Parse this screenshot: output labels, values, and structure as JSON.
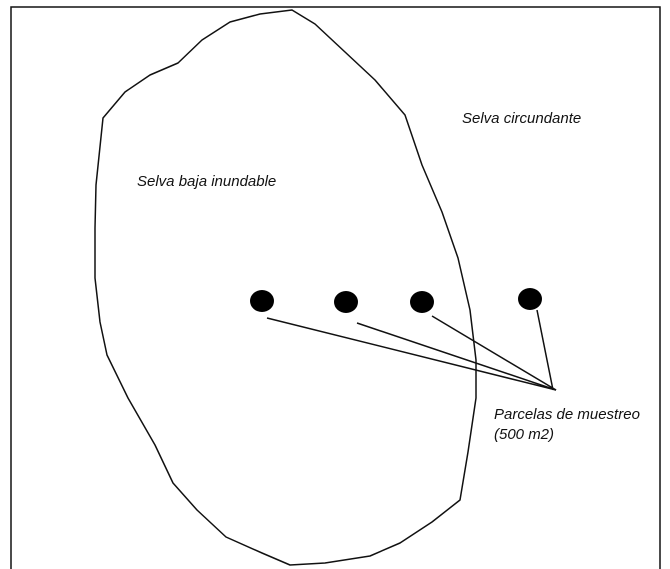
{
  "labels": {
    "inside_area": "Selva baja inundable",
    "outside_area": "Selva circundante",
    "plots_line1": "Parcelas de muestreo",
    "plots_line2": "(500 m2)"
  },
  "plots_count": 4,
  "colors": {
    "stroke": "#111111",
    "plot_fill": "#000000",
    "background": "#ffffff"
  }
}
